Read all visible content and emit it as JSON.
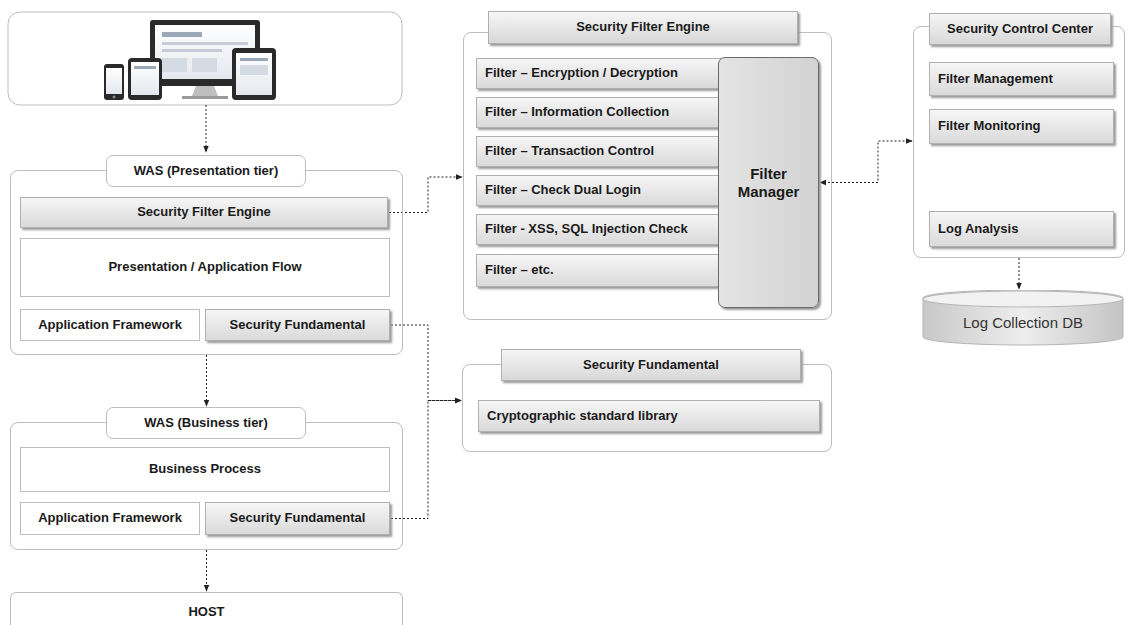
{
  "diagram": {
    "nodes": [
      {
        "text": [
          "WAS (Presentation tier)"
        ]
      },
      {
        "text": [
          "Security Filter Engine"
        ],
        "in": 0
      },
      {
        "text": [
          "Presentation / Application Flow"
        ],
        "in": 0
      },
      {
        "text": [
          "Application Framework"
        ],
        "in": 0
      },
      {
        "text": [
          "Security Fundamental"
        ],
        "in": 0
      },
      {
        "text": [
          "WAS (Business tier)"
        ]
      },
      {
        "text": [
          "Business Process"
        ],
        "in": 5
      },
      {
        "text": [
          "Application Framework"
        ],
        "in": 5
      },
      {
        "text": [
          "Security Fundamental"
        ],
        "in": 5
      },
      {
        "text": [
          "HOST"
        ]
      },
      {
        "text": [
          "Security Filter Engine"
        ]
      },
      {
        "text": [
          "Filter – Encryption / Decryption"
        ],
        "in": 10
      },
      {
        "text": [
          "Filter – Information Collection"
        ],
        "in": 10
      },
      {
        "text": [
          "Filter – Transaction Control"
        ],
        "in": 10
      },
      {
        "text": [
          "Filter – Check  Dual Login"
        ],
        "in": 10
      },
      {
        "text": [
          "Filter - XSS, SQL Injection Check"
        ],
        "in": 10
      },
      {
        "text": [
          "Filter – etc."
        ],
        "in": 10
      },
      {
        "text": [
          "Filter Manager"
        ],
        "in": 10
      },
      {
        "text": [
          "Security Fundamental"
        ]
      },
      {
        "text": [
          "Cryptographic  standard library"
        ],
        "in": 18
      },
      {
        "text": [
          "Security Control Center"
        ]
      },
      {
        "text": [
          "Filter Management"
        ],
        "in": 20
      },
      {
        "text": [
          "Filter Monitoring"
        ],
        "in": 20
      },
      {
        "text": [
          "Log Analysis"
        ],
        "in": 20
      },
      {
        "text": [
          "Log Collection DB"
        ]
      }
    ],
    "edges": [
      {
        "from": 0,
        "to": 5,
        "arrow": "to"
      },
      {
        "from": 5,
        "to": 9,
        "arrow": "to"
      },
      {
        "from": 1,
        "to": 10,
        "arrow": "to"
      },
      {
        "from": 4,
        "to": 18,
        "arrow": "to"
      },
      {
        "from": 8,
        "to": 18,
        "arrow": "to"
      },
      {
        "from": 17,
        "to": 20,
        "arrow": "both"
      },
      {
        "from": 20,
        "to": 24,
        "arrow": "to"
      }
    ]
  }
}
